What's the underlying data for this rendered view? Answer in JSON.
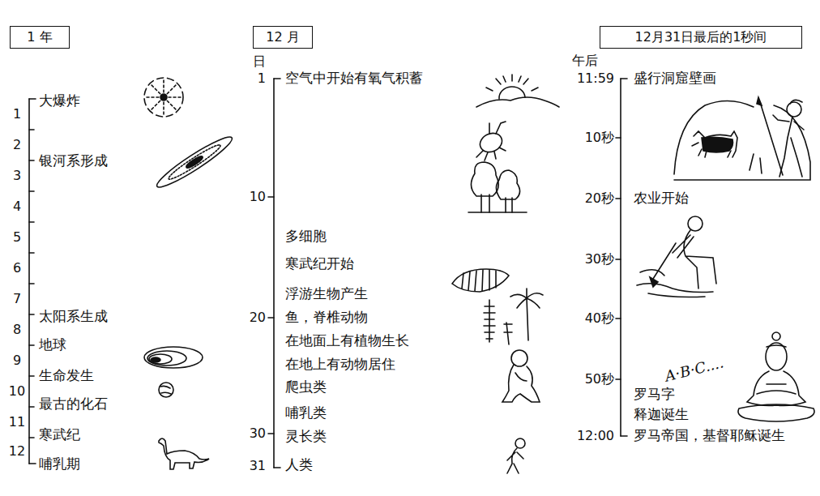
{
  "diagram": {
    "nodes": [
      {
        "text": [
          "1 年"
        ]
      },
      {
        "text": [
          "12 月"
        ]
      },
      {
        "text": [
          "12月31日最后的1秒间"
        ]
      }
    ],
    "labels": [
      "1",
      "2",
      "3",
      "4",
      "5",
      "6",
      "7",
      "8",
      "9",
      "10",
      "11",
      "12",
      "大爆炸",
      "银河系形成",
      "太阳系生成",
      "地球",
      "生命发生",
      "最古的化石",
      "寒武纪",
      "哺乳期",
      "日",
      "1",
      "10",
      "20",
      "30",
      "31",
      "空气中开始有氧气积蓄",
      "多细胞",
      "寒武纪开始",
      "浮游生物产生",
      "鱼，脊椎动物",
      "在地面上有植物生长",
      "在地上有动物居住",
      "爬虫类",
      "哺乳类",
      "灵长类",
      "人类",
      "午后",
      "11:59",
      "10秒",
      "20秒",
      "30秒",
      "40秒",
      "50秒",
      "12:00",
      "盛行洞窟壁画",
      "农业开始",
      "罗马字",
      "释迦诞生",
      "罗马帝国，基督耶稣诞生",
      "A·B·C...."
    ]
  }
}
